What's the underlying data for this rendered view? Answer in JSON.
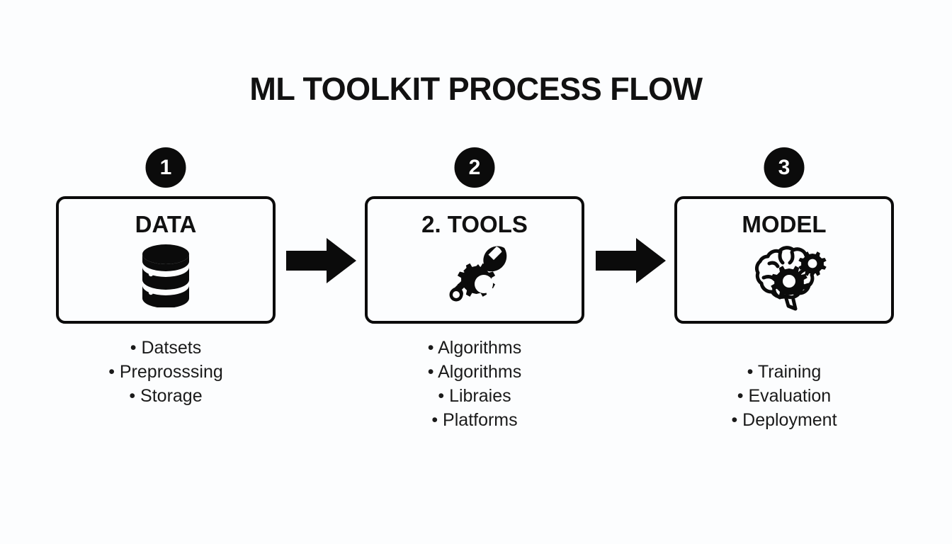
{
  "title": "ML TOOLKIT PROCESS FLOW",
  "colors": {
    "background": "#fcfdfe",
    "ink": "#111111",
    "badge_bg": "#0b0b0b",
    "badge_text": "#ffffff",
    "box_border": "#0b0b0b"
  },
  "stages": [
    {
      "number": "1",
      "title": "DATA",
      "icon": "database-icon",
      "bullets": [
        "• Datsets",
        "• Preprosssing",
        "• Storage"
      ]
    },
    {
      "number": "2",
      "title": "2. TOOLS",
      "icon": "wrench-gear-icon",
      "bullets": [
        "• Algorithms",
        "• Algorithms",
        "• Libraies",
        "• Platforms"
      ]
    },
    {
      "number": "3",
      "title": "MODEL",
      "icon": "brain-gears-icon",
      "bullets": [
        "• Training",
        "• Evaluation",
        "• Deployment"
      ]
    }
  ],
  "arrows": [
    {
      "name": "arrow-data-to-tools",
      "direction": "right"
    },
    {
      "name": "arrow-tools-to-model",
      "direction": "right"
    }
  ]
}
